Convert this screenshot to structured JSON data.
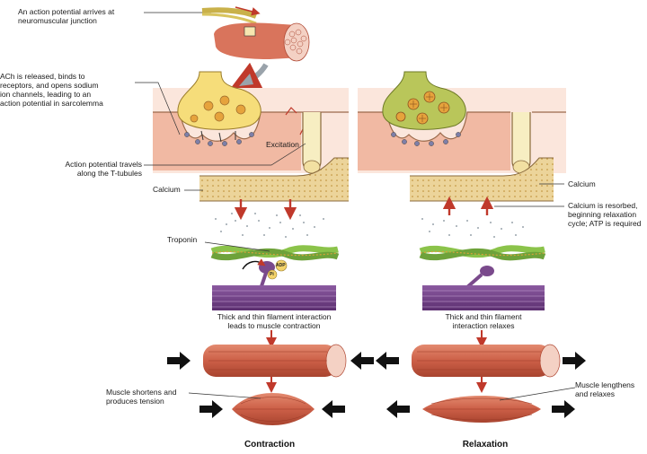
{
  "labels": {
    "ap_arrives": "An action potential arrives at\nneuromuscular junction",
    "ach_released": "ACh is released, binds to\nreceptors, and opens sodium\nion channels, leading to an\naction potential in sarcolemma",
    "excitation": "Excitation",
    "ap_travels": "Action potential travels\nalong the T-tubules",
    "calcium_left": "Calcium",
    "calcium_right": "Calcium",
    "calcium_resorbed": "Calcium is resorbed,\nbeginning relaxation\ncycle; ATP is required",
    "troponin": "Troponin",
    "adp": "ADP",
    "pi": "Pi",
    "thick_thin_contraction": "Thick and thin filament interaction\nleads to muscle contraction",
    "thick_thin_relaxes": "Thick and thin filament\ninteraction relaxes",
    "muscle_shortens": "Muscle shortens and\nproduces tension",
    "muscle_lengthens": "Muscle lengthens\nand relaxes"
  },
  "titles": {
    "contraction": "Contraction",
    "relaxation": "Relaxation"
  },
  "colors": {
    "terminal_left": "#f6dd7a",
    "terminal_right": "#b9c65a",
    "sarcolemma": "#f4c7b4",
    "sr": "#ecd49a",
    "muscle": "#d4705a",
    "muscle_dark": "#b04a36",
    "myosin": "#7a4a8c",
    "actin": "#8bc34a",
    "arrow_red": "#c0392b"
  }
}
